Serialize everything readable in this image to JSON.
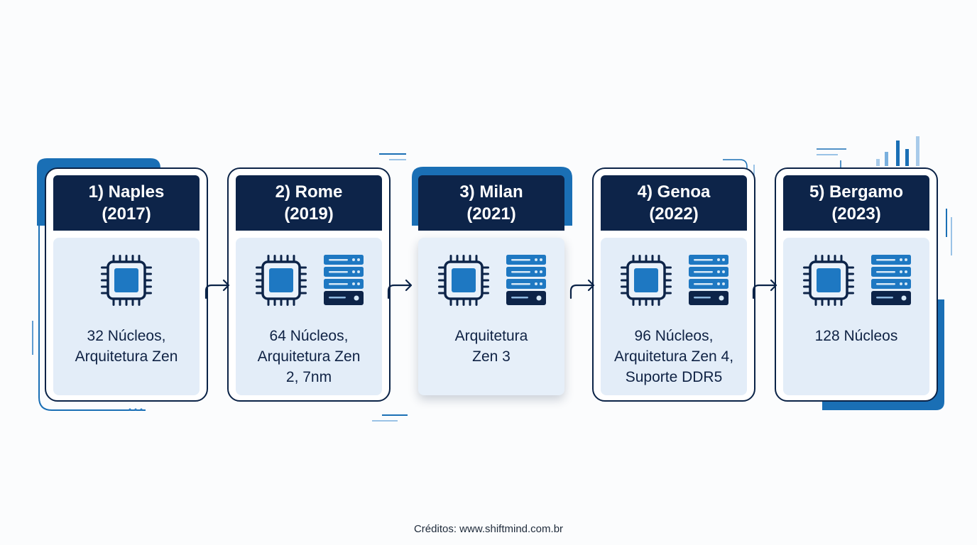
{
  "cards": [
    {
      "title": "1) Naples",
      "year": "(2017)",
      "desc": [
        "32 Núcleos,",
        "Arquitetura Zen"
      ],
      "icons": [
        "cpu-chip"
      ]
    },
    {
      "title": "2) Rome",
      "year": "(2019)",
      "desc": [
        "64 Núcleos,",
        "Arquitetura Zen",
        "2, 7nm"
      ],
      "icons": [
        "cpu-chip",
        "server-rack"
      ]
    },
    {
      "title": "3) Milan",
      "year": "(2021)",
      "desc": [
        "Arquitetura",
        "Zen 3"
      ],
      "icons": [
        "cpu-chip",
        "server-rack"
      ]
    },
    {
      "title": "4) Genoa",
      "year": "(2022)",
      "desc": [
        "96 Núcleos,",
        "Arquitetura Zen 4,",
        "Suporte DDR5"
      ],
      "icons": [
        "cpu-chip",
        "server-rack"
      ]
    },
    {
      "title": "5) Bergamo",
      "year": "(2023)",
      "desc": [
        "128 Núcleos"
      ],
      "icons": [
        "cpu-chip",
        "server-rack"
      ]
    }
  ],
  "credits": "Créditos: www.shiftmind.com.br",
  "colors": {
    "navy": "#0d2449",
    "accent_blue": "#1a6fb5",
    "body_fill": "#e3edf8",
    "chip_blue": "#1e78c2"
  }
}
